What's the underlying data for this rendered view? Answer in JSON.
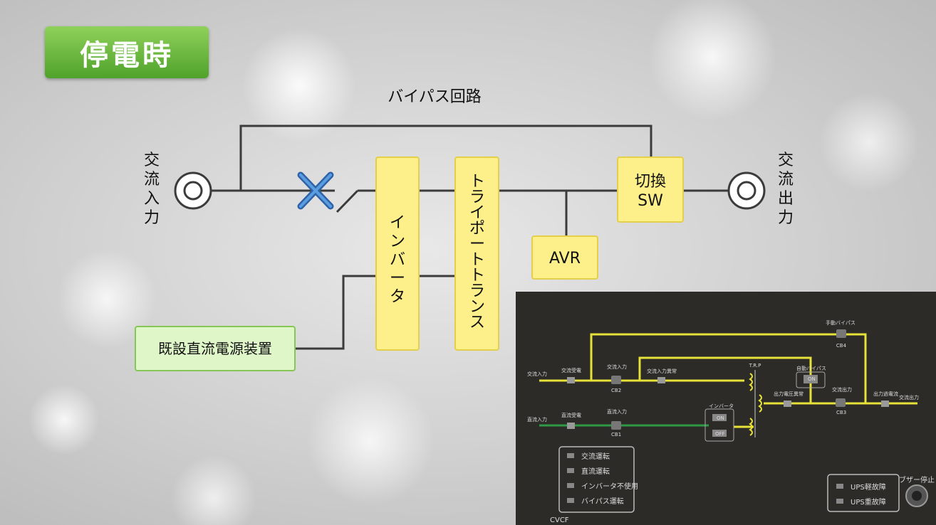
{
  "header": {
    "title": "停電時"
  },
  "diagram": {
    "bypass_label": "バイパス回路",
    "ac_input": [
      "交",
      "流",
      "入",
      "力"
    ],
    "ac_output": [
      "交",
      "流",
      "出",
      "力"
    ],
    "inverter": [
      "イ",
      "ン",
      "バ",
      "ー",
      "タ"
    ],
    "tri_port": [
      "ト",
      "ラ",
      "イ",
      "ポ",
      "ー",
      "ト",
      "ト",
      "ラ",
      "ン",
      "ス"
    ],
    "switch_line1": "切換",
    "switch_line2": "SW",
    "avr": "AVR",
    "dc_source": "既設直流電源装置",
    "fault_marker_color": "#3a78c6"
  },
  "panel": {
    "manual_bypass": "手動バイパス",
    "cb4": "CB4",
    "trp": "T.R.P",
    "ac_in": "交流入力",
    "ac_supply": "交流受電",
    "ac_in_cb": "交流入力",
    "cb2": "CB2",
    "ac_in_fault": "交流入力異常",
    "auto_bypass": "自動バイパス",
    "on": "ON",
    "off": "OFF",
    "out_volt_fault": "出力電圧異常",
    "ac_out_cb": "交流出力",
    "cb3": "CB3",
    "out_overcurrent": "出力過電流",
    "ac_out": "交流出力",
    "dc_in": "直流入力",
    "dc_supply": "直流受電",
    "dc_in_cb": "直流入力",
    "cb1": "CB1",
    "inverter": "インバータ",
    "legend": [
      "交流運転",
      "直流運転",
      "インバータ不使用",
      "バイパス運転"
    ],
    "cvcf": "CVCF",
    "ups_minor": "UPS軽故障",
    "ups_major": "UPS重故障",
    "buzzer_stop": "ブザー停止"
  }
}
